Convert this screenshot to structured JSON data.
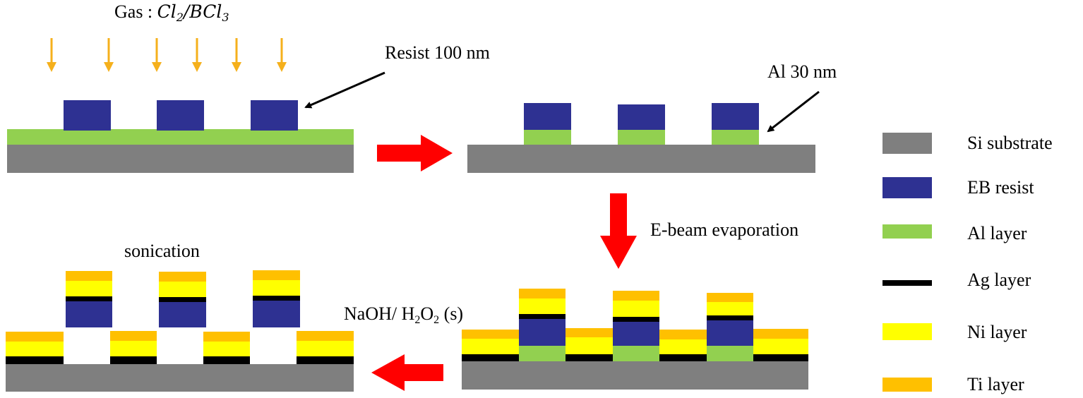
{
  "labels": {
    "gas_prefix": "Gas : ",
    "gas_a": "Cl",
    "gas_a_sub": "2",
    "gas_sep": "/",
    "gas_b": "BCl",
    "gas_b_sub": "3",
    "resist": "Resist 100 nm",
    "al_thickness": "Al 30 nm",
    "ebeam": "E-beam evaporation",
    "sonication": "sonication",
    "naoh_a": "NaOH/ H",
    "naoh_sub1": "2",
    "naoh_b": "O",
    "naoh_sub2": "2",
    "naoh_c": " (s)"
  },
  "legend": [
    {
      "label": "Si substrate",
      "color": "#7f7f7f",
      "kind": "block"
    },
    {
      "label": "EB resist",
      "color": "#2e3192",
      "kind": "block"
    },
    {
      "label": "Al layer",
      "color": "#92d050",
      "kind": "block"
    },
    {
      "label": "Ag layer",
      "color": "#000000",
      "kind": "bar"
    },
    {
      "label": "Ni layer",
      "color": "#ffff00",
      "kind": "block"
    },
    {
      "label": "Ti layer",
      "color": "#ffc000",
      "kind": "block"
    }
  ],
  "colors": {
    "si": "#7f7f7f",
    "resist": "#2e3192",
    "al": "#92d050",
    "ag": "#000000",
    "ni": "#ffff00",
    "ti": "#ffc000",
    "gas_arrow": "#f5b01c",
    "process_arrow": "#ff0000"
  }
}
